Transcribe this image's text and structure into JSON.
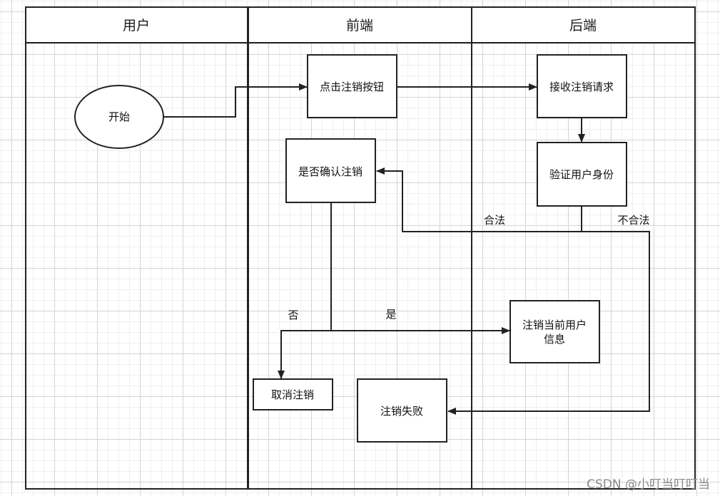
{
  "lanes": {
    "user": "用户",
    "frontend": "前端",
    "backend": "后端"
  },
  "nodes": {
    "start": "开始",
    "click_logout_button": "点击注销按钮",
    "receive_logout_request": "接收注销请求",
    "verify_identity": "验证用户身份",
    "confirm_logout": "是否确认注销",
    "logout_current_user_line1": "注销当前用户",
    "logout_current_user_line2": "信息",
    "cancel_logout": "取消注销",
    "logout_failed": "注销失败"
  },
  "edges": {
    "valid": "合法",
    "invalid": "不合法",
    "no": "否",
    "yes": "是"
  },
  "watermark": "CSDN @小叮当叮叮当",
  "colors": {
    "stroke": "#222222",
    "fill": "#ffffff",
    "grid": "#d4d4d4"
  }
}
